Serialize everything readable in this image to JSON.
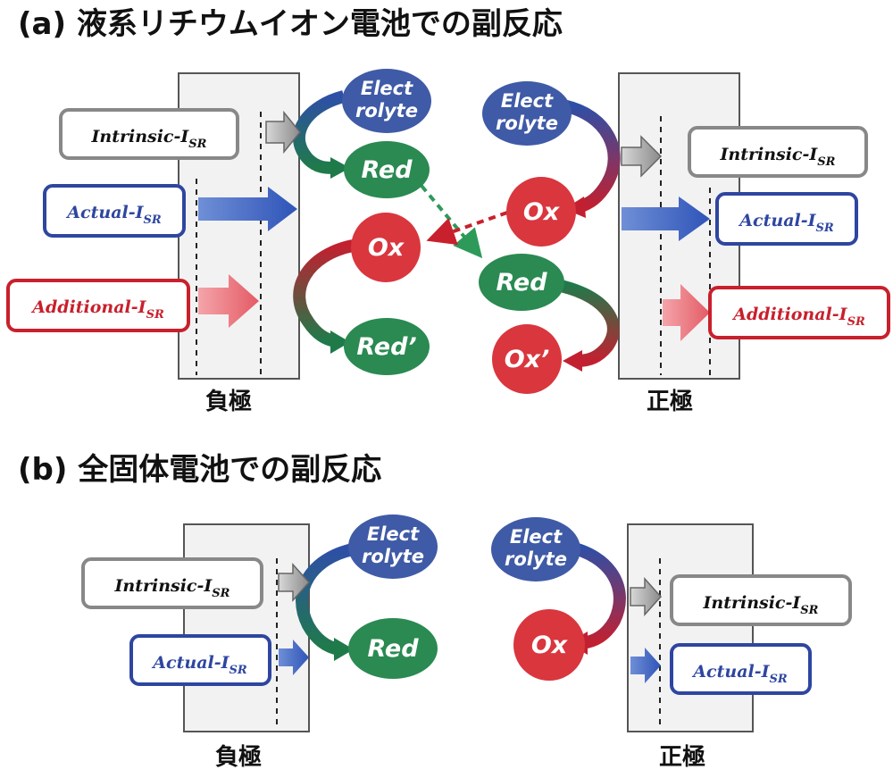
{
  "section_a": {
    "title": "(a) 液系リチウムイオン電池での副反応",
    "negative_label": "負極",
    "positive_label": "正極",
    "electrolyte_lines": [
      "Elect",
      "rolyte"
    ],
    "species": {
      "red": "Red",
      "ox": "Ox",
      "red_prime": "Red’",
      "ox_prime": "Ox’"
    },
    "currents": {
      "intrinsic": {
        "main": "Intrinsic-I",
        "sub": "SR"
      },
      "actual": {
        "main": "Actual-I",
        "sub": "SR"
      },
      "additional": {
        "main": "Additional-I",
        "sub": "SR"
      }
    }
  },
  "section_b": {
    "title": "(b) 全固体電池での副反応",
    "negative_label": "負極",
    "positive_label": "正極",
    "electrolyte_lines": [
      "Elect",
      "rolyte"
    ],
    "species": {
      "red": "Red",
      "ox": "Ox"
    },
    "currents": {
      "intrinsic": {
        "main": "Intrinsic-I",
        "sub": "SR"
      },
      "actual": {
        "main": "Actual-I",
        "sub": "SR"
      }
    }
  },
  "colors": {
    "electrolyte": "#3f5aa6",
    "red_species": "#2a8a52",
    "ox_species": "#d9363e",
    "intrinsic": "#777777",
    "actual": "#2e46a0",
    "additional": "#c8202c",
    "electrode_fill": "#f2f2f3"
  }
}
